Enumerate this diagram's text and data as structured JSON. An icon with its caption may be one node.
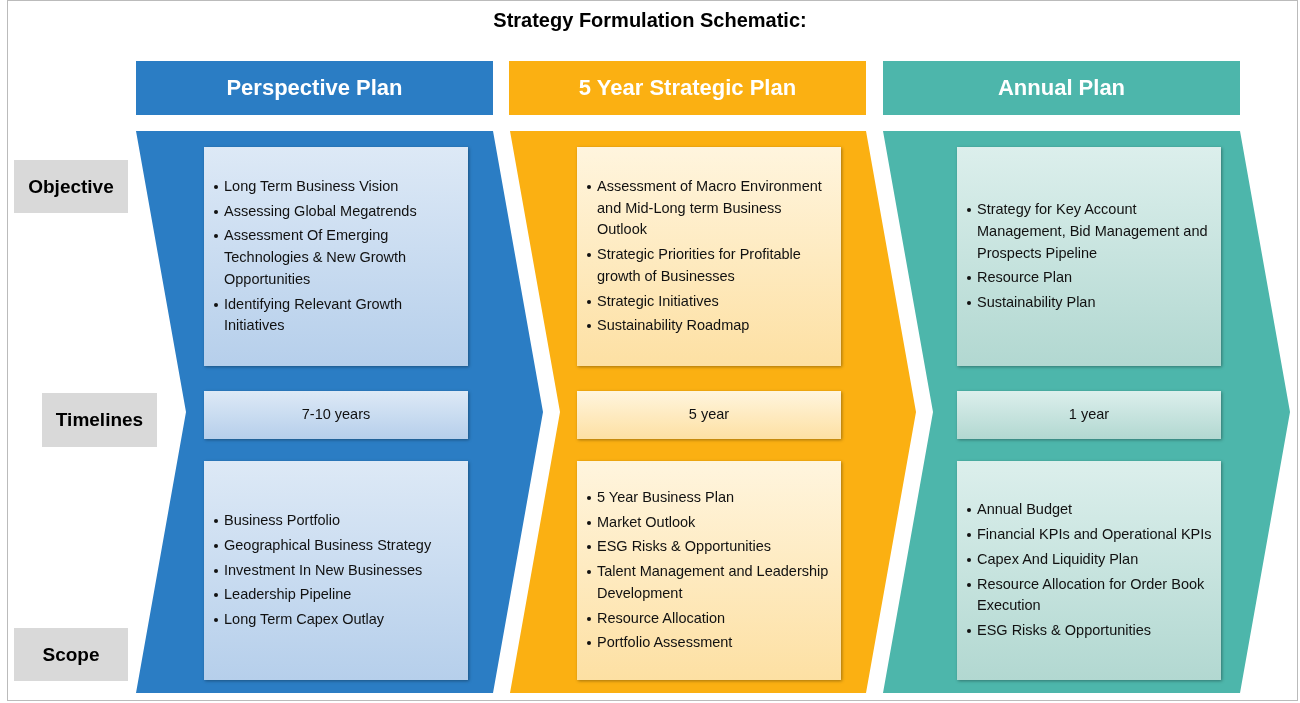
{
  "diagram": {
    "title": "Strategy Formulation Schematic:",
    "nodes": [
      {
        "text": [
          "Perspective Plan"
        ]
      },
      {
        "text": [
          "5 Year Strategic Plan"
        ]
      },
      {
        "text": [
          "Annual Plan"
        ]
      },
      {
        "text": [
          "Objective"
        ]
      },
      {
        "text": [
          "Timelines"
        ]
      },
      {
        "text": [
          "Scope"
        ]
      },
      {
        "text": [],
        "shape": "chevron"
      },
      {
        "text": [
          "Long Term Business Vision",
          "Assessing Global Megatrends",
          "Assessment Of Emerging Technologies & New Growth Opportunities",
          "Identifying Relevant Growth Initiatives"
        ],
        "in": 6
      },
      {
        "text": [
          "7-10 years"
        ],
        "in": 6
      },
      {
        "text": [
          "Business Portfolio",
          "Geographical Business Strategy",
          "Investment In New Businesses",
          "Leadership Pipeline",
          "Long Term Capex Outlay"
        ],
        "in": 6
      },
      {
        "text": [],
        "shape": "chevron"
      },
      {
        "text": [
          "Assessment of Macro Environment and Mid-Long term Business Outlook",
          "Strategic Priorities for Profitable growth of Businesses",
          "Strategic Initiatives",
          "Sustainability Roadmap"
        ],
        "in": 10
      },
      {
        "text": [
          "5 year"
        ],
        "in": 10
      },
      {
        "text": [
          "5 Year Business Plan",
          "Market Outlook",
          "ESG Risks & Opportunities",
          "Talent Management and Leadership Development",
          "Resource Allocation",
          "Portfolio Assessment"
        ],
        "in": 10
      },
      {
        "text": [],
        "shape": "chevron"
      },
      {
        "text": [
          "Strategy for Key Account Management, Bid Management and Prospects Pipeline",
          "Resource Plan",
          "Sustainability Plan"
        ],
        "in": 14
      },
      {
        "text": [
          "1 year"
        ],
        "in": 14
      },
      {
        "text": [
          "Annual Budget",
          "Financial KPIs and Operational KPIs",
          "Capex And Liquidity Plan",
          "Resource Allocation for Order Book Execution",
          "ESG Risks & Opportunities"
        ],
        "in": 14
      }
    ]
  }
}
